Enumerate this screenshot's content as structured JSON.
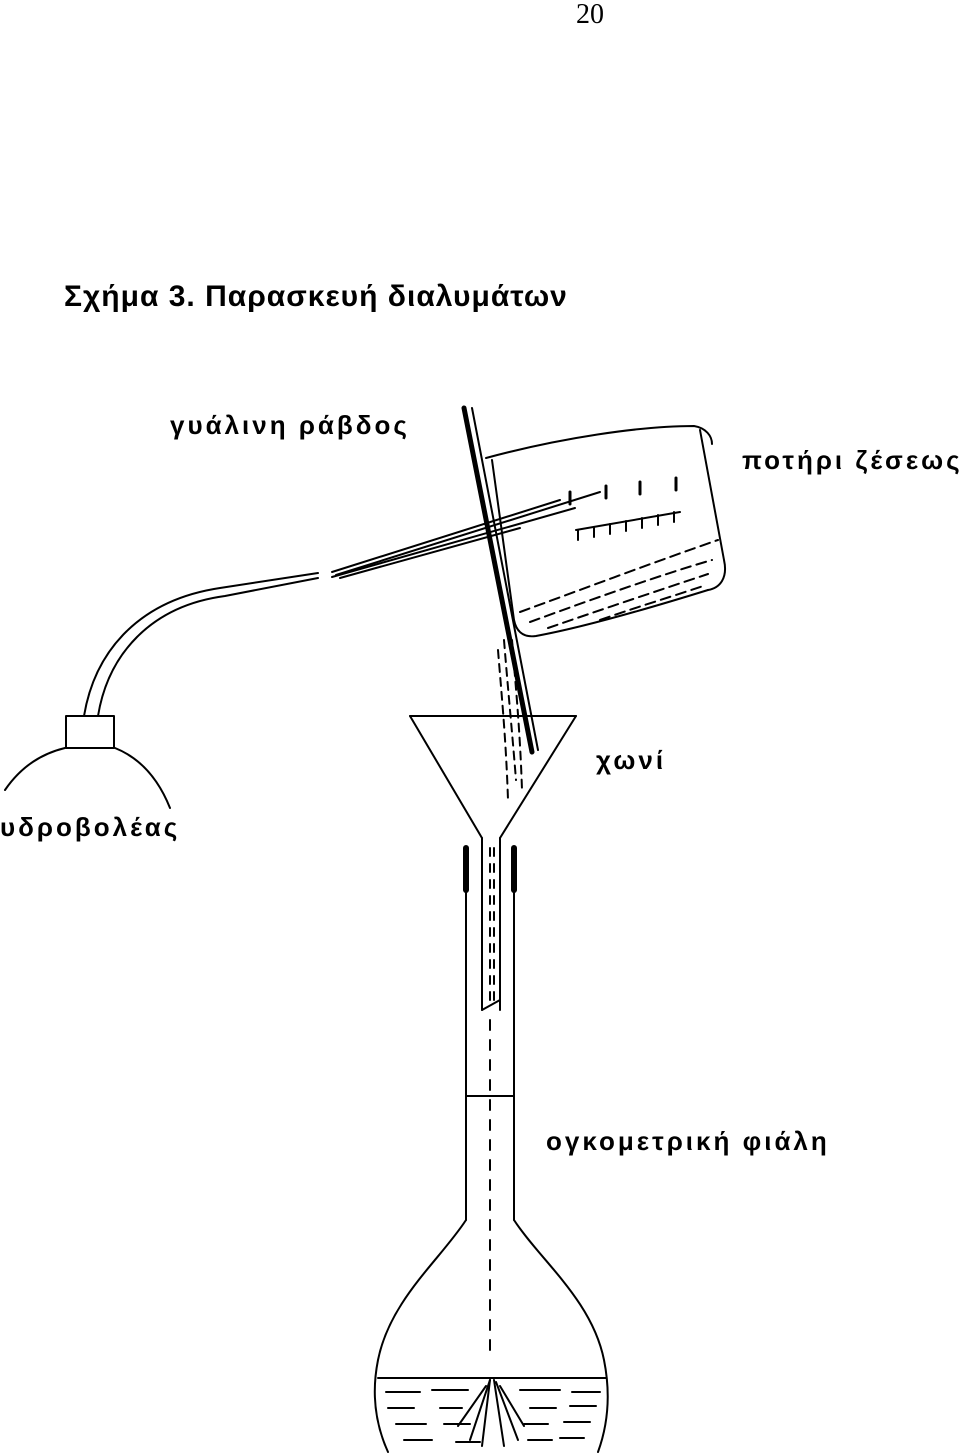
{
  "page": {
    "number": "20"
  },
  "figure": {
    "title": "Σχήμα 3. Παρασκευή διαλυμάτων"
  },
  "labels": {
    "glass_rod": "γυάλινη ράβδος",
    "beaker": "ποτήρι ζέσεως",
    "funnel": "χωνί",
    "wash_bottle": "υδροβολέας",
    "volumetric_flask": "ογκομετρική φιάλη"
  },
  "colors": {
    "ink": "#000000",
    "background": "#ffffff"
  }
}
